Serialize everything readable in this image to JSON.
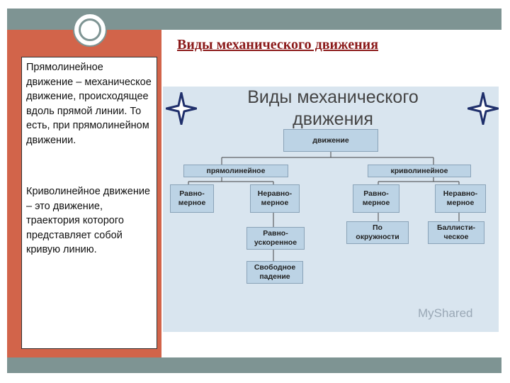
{
  "slide": {
    "title": "Виды механического движения",
    "left_text": {
      "p1_term": "Прямолинейное движение",
      "p1_rest": " – механическое движение, происходящее вдоль прямой линии. То есть, при прямолинейном движении.",
      "p2_term": "Криволинейное движение",
      "p2_rest": " – это движение, траектория которого представляет собой кривую линию."
    }
  },
  "diagram": {
    "title_line1": "Виды механического",
    "title_line2": "движения",
    "nodes": {
      "root": "движение",
      "straight": "прямолинейное",
      "curved": "криволинейное",
      "straight_uniform": "Равно-\nмерное",
      "straight_nonuniform": "Неравно-\nмерное",
      "accelerated": "Равно-\nускоренное",
      "free_fall": "Свободное\nпадение",
      "curved_uniform": "Равно-\nмерное",
      "curved_nonuniform": "Неравно-\nмерное",
      "circle": "По\nокружности",
      "ballistic": "Баллисти-\nческое"
    }
  },
  "watermark": "MyShared",
  "colors": {
    "frame": "#7e9493",
    "panel": "#d2644a",
    "title": "#8b1a1a",
    "diagram_bg": "#d9e5ef",
    "node_fill": "#bcd3e5"
  }
}
